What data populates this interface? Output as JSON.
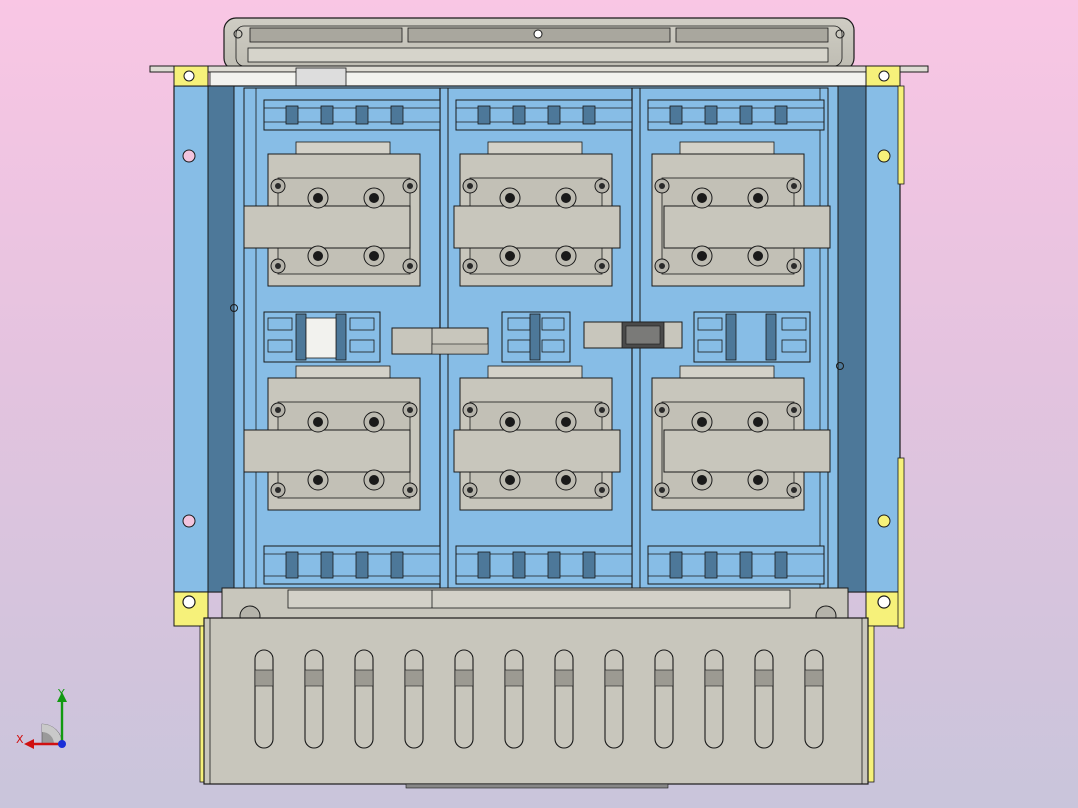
{
  "scene": {
    "view": "front",
    "background_top": "#f9c6e4",
    "background_bottom": "#c9c5db"
  },
  "colors": {
    "frame": "#87bde6",
    "frame_dark": "#4d7899",
    "part_gray": "#c8c6bc",
    "part_gray_dark": "#a9a79e",
    "bracket_yellow": "#f6f17a",
    "edge": "#1a1a1a",
    "slot_fill": "#9c9a92"
  },
  "assembly": {
    "module_columns": 3,
    "module_rows": 2,
    "front_cover_vent_slots": 12
  },
  "axis_triad": {
    "x_label": "X",
    "y_label": "Y",
    "x_color": "#d01010",
    "y_color": "#119911",
    "z_color": "#1a2fd8",
    "icon": "coordinate-triad-icon"
  }
}
